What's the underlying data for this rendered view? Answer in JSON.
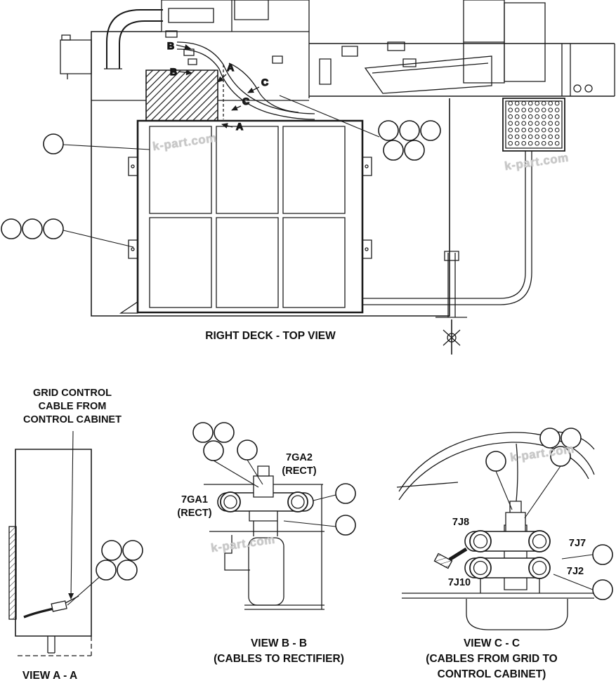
{
  "watermark": "k-part.com",
  "top_view": {
    "caption": "RIGHT DECK - TOP VIEW",
    "markers": {
      "b1": "B",
      "b2": "B",
      "a1": "A",
      "c1": "C",
      "c2": "C",
      "a2": "A"
    }
  },
  "view_a": {
    "caption": "VIEW A - A",
    "note": [
      "GRID CONTROL",
      "CABLE FROM",
      "CONTROL CABINET"
    ]
  },
  "view_b": {
    "caption": "VIEW B - B",
    "subcaption": "(CABLES TO RECTIFIER)",
    "labels": {
      "ga2": "7GA2",
      "ga2_sub": "(RECT)",
      "ga1": "7GA1",
      "ga1_sub": "(RECT)"
    }
  },
  "view_c": {
    "caption": "VIEW C - C",
    "subcaption_1": "(CABLES FROM GRID TO",
    "subcaption_2": "CONTROL CABINET)",
    "labels": {
      "j8": "7J8",
      "j7": "7J7",
      "j2": "7J2",
      "j10": "7J10"
    }
  }
}
